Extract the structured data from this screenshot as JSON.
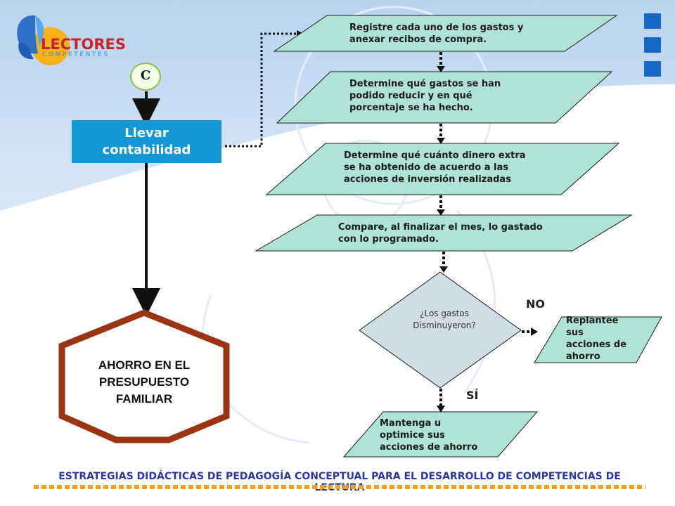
{
  "logo": {
    "word1": "LECTORES",
    "word2": "COMPETENTES"
  },
  "connector": {
    "label": "C"
  },
  "start_box": {
    "line1": "Llevar",
    "line2": "contabilidad"
  },
  "goal": {
    "line1": "AHORRO  EN EL",
    "line2": "PRESUPUESTO",
    "line3": "FAMILIAR"
  },
  "steps": [
    {
      "lines": [
        "Registre cada uno de los gastos y",
        "anexar recibos de compra."
      ]
    },
    {
      "lines": [
        "Determine qué gastos se han",
        "podido reducir y en qué",
        "porcentaje se ha hecho."
      ]
    },
    {
      "lines": [
        "Determine qué cuánto dinero extra",
        "se ha obtenido de acuerdo a las",
        "acciones de inversión realizadas"
      ]
    },
    {
      "lines": [
        "Compare, al finalizar el mes, lo gastado",
        "con lo programado."
      ]
    }
  ],
  "decision": {
    "line1": "¿Los gastos",
    "line2": "Disminuyeron?"
  },
  "branch_no": {
    "label": "NO",
    "lines": [
      "Replantee",
      "sus",
      "acciones de",
      "ahorro"
    ]
  },
  "branch_yes": {
    "label": "SÍ",
    "lines": [
      "Mantenga u",
      "optimice sus",
      "acciones de ahorro"
    ]
  },
  "footer": {
    "text": "ESTRATEGIAS DIDÁCTICAS DE PEDAGOGÍA CONCEPTUAL PARA EL DESARROLLO DE COMPETENCIAS DE LECTURA"
  },
  "colors": {
    "parallelogram": "#aee3d6",
    "process_box": "#1497d4",
    "hexagon_border": "#9a3412",
    "decision": "#cfdde7",
    "footer_text": "#2b3a9a",
    "squares": "#1569c7"
  }
}
